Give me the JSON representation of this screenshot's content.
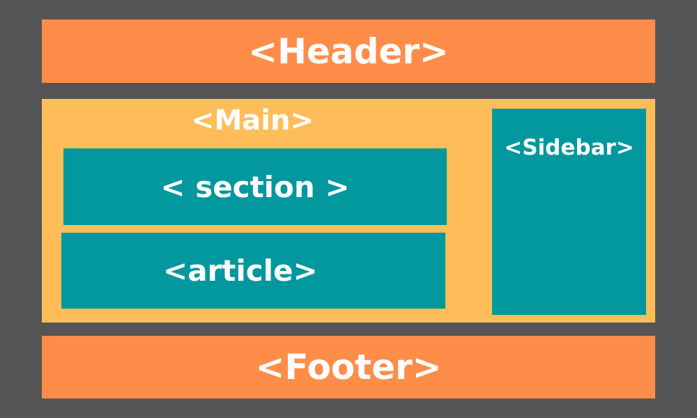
{
  "colors": {
    "background": "#555555",
    "orange_block": "#FF8D4A",
    "main_block": "#FEBD59",
    "teal_block": "#03989E",
    "text": "#FFFFFF"
  },
  "layout_diagram": {
    "header": "<Header>",
    "main": "<Main>",
    "section": "< section >",
    "article": "<article>",
    "sidebar": "<Sidebar>",
    "footer": "<Footer>"
  }
}
